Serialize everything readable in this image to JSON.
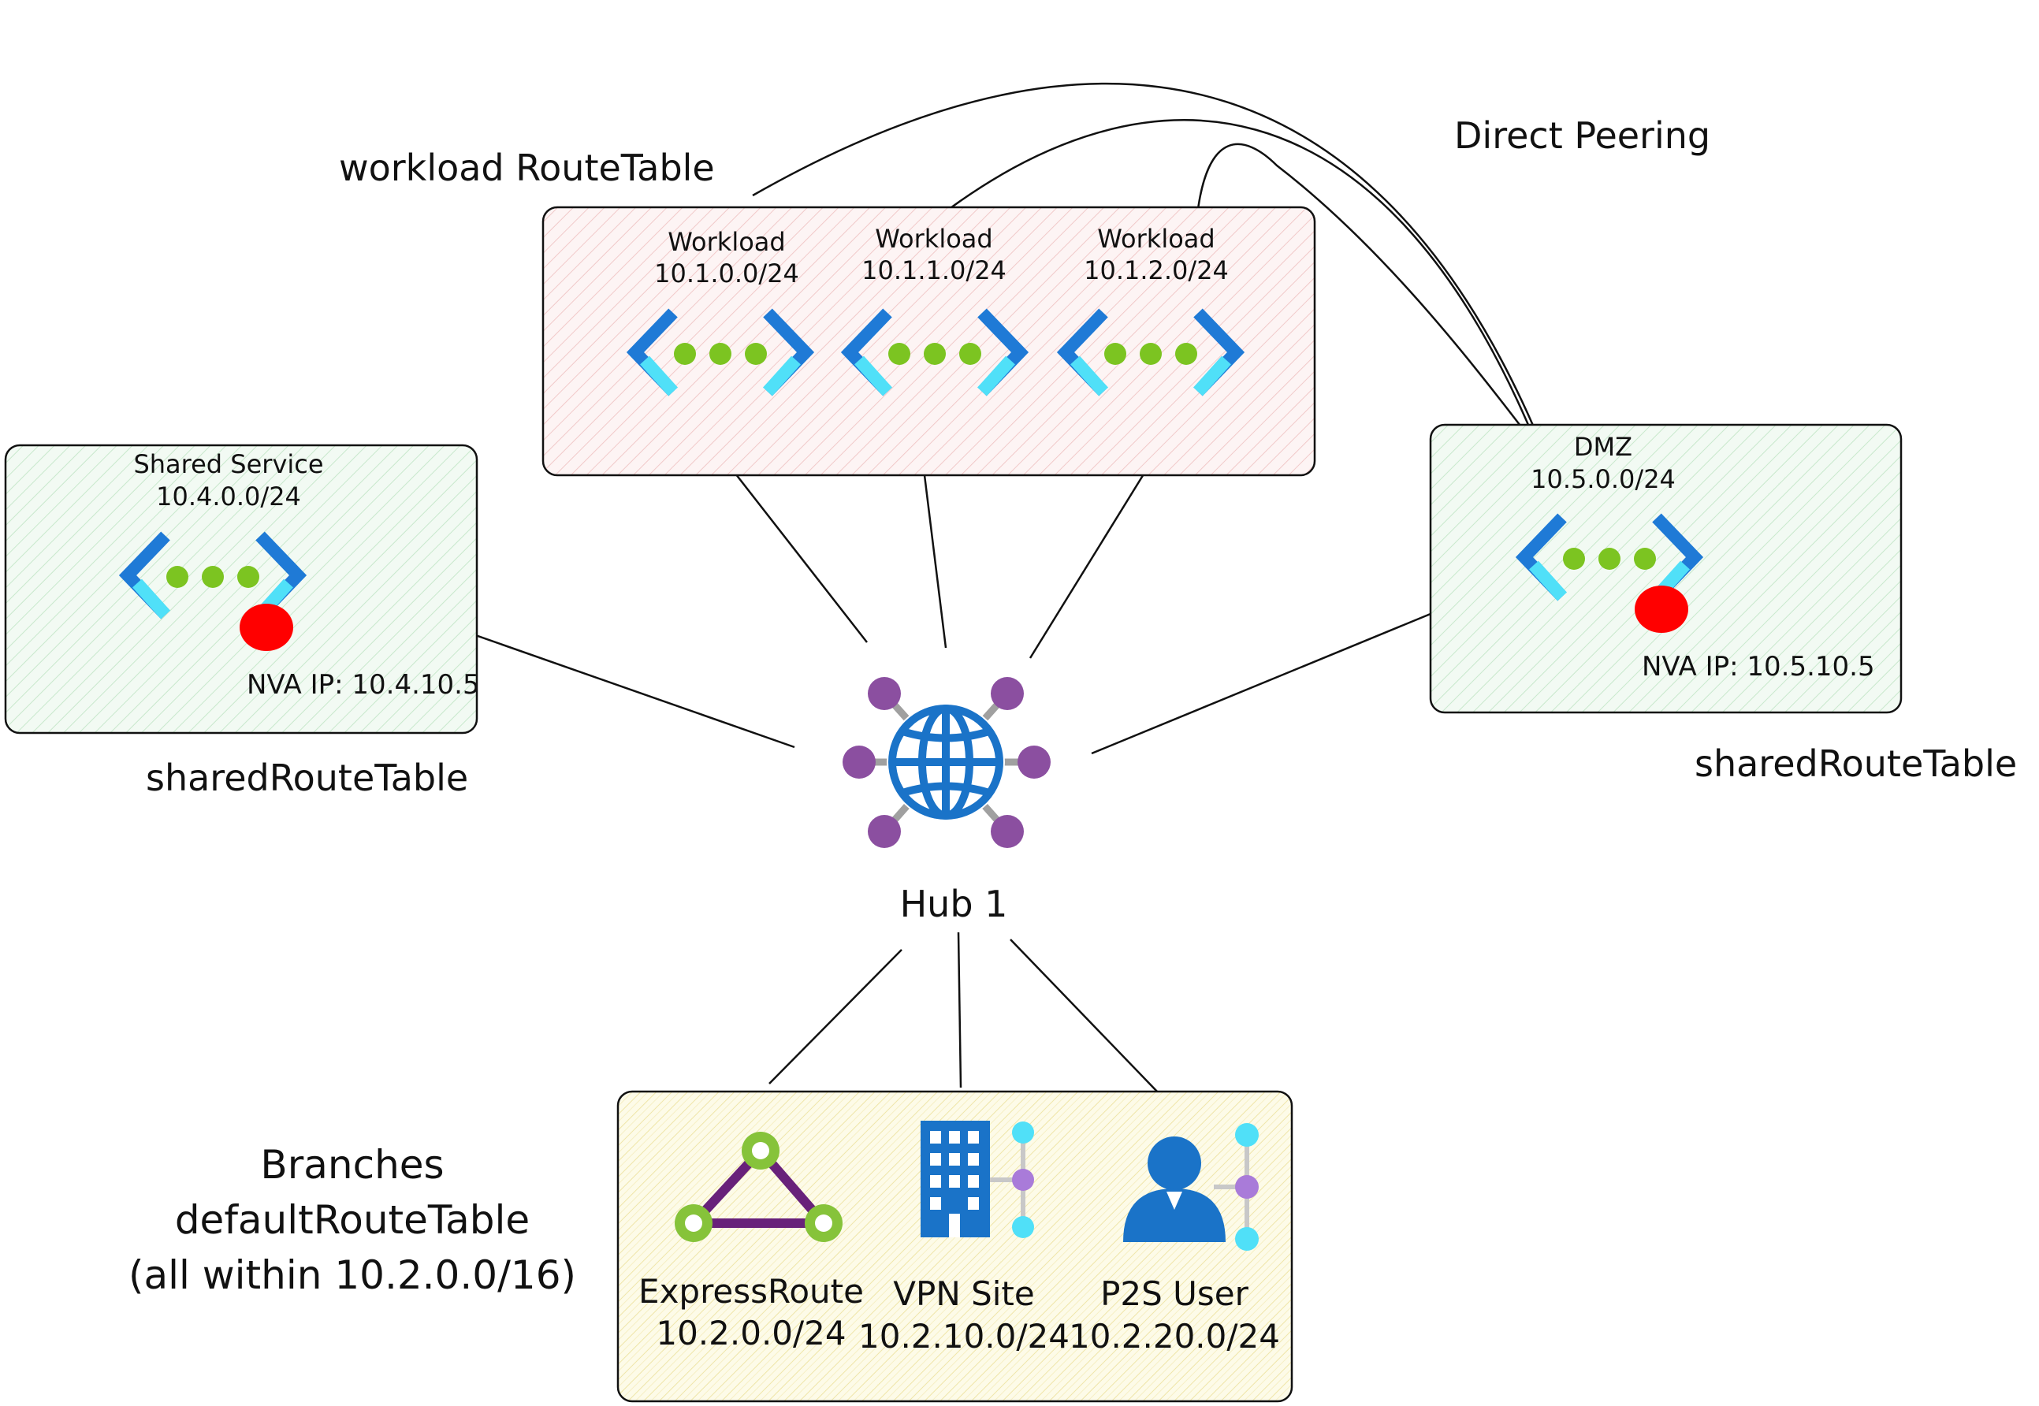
{
  "labels": {
    "workload_route_table": "workload RouteTable",
    "direct_peering": "Direct Peering",
    "shared_route_table_left": "sharedRouteTable",
    "shared_route_table_right": "sharedRouteTable",
    "hub": "Hub 1",
    "branches_line1": "Branches",
    "branches_line2": "defaultRouteTable",
    "branches_line3": "(all within 10.2.0.0/16)"
  },
  "workloads": [
    {
      "name": "Workload",
      "cidr": "10.1.0.0/24"
    },
    {
      "name": "Workload",
      "cidr": "10.1.1.0/24"
    },
    {
      "name": "Workload",
      "cidr": "10.1.2.0/24"
    }
  ],
  "shared_service": {
    "name": "Shared Service",
    "cidr": "10.4.0.0/24",
    "nva": "NVA IP: 10.4.10.5"
  },
  "dmz": {
    "name": "DMZ",
    "cidr": "10.5.0.0/24",
    "nva": "NVA IP: 10.5.10.5"
  },
  "branches": [
    {
      "name": "ExpressRoute",
      "cidr": "10.2.0.0/24",
      "icon": "expressroute-icon"
    },
    {
      "name": "VPN Site",
      "cidr": "10.2.10.0/24",
      "icon": "vpn-site-icon"
    },
    {
      "name": "P2S User",
      "cidr": "10.2.20.0/24",
      "icon": "p2s-user-icon"
    }
  ],
  "colors": {
    "vnet_dark": "#1f7ad6",
    "vnet_light": "#50e0f8",
    "vnet_dot": "#7cc421",
    "nva_dot": "#ff0000",
    "hub_node": "#8b4fa0",
    "hub_globe": "#1a73c8",
    "workload_fill": "#fdf1f1",
    "green_fill": "#eef9ef",
    "yellow_fill": "#fdfbe6"
  }
}
